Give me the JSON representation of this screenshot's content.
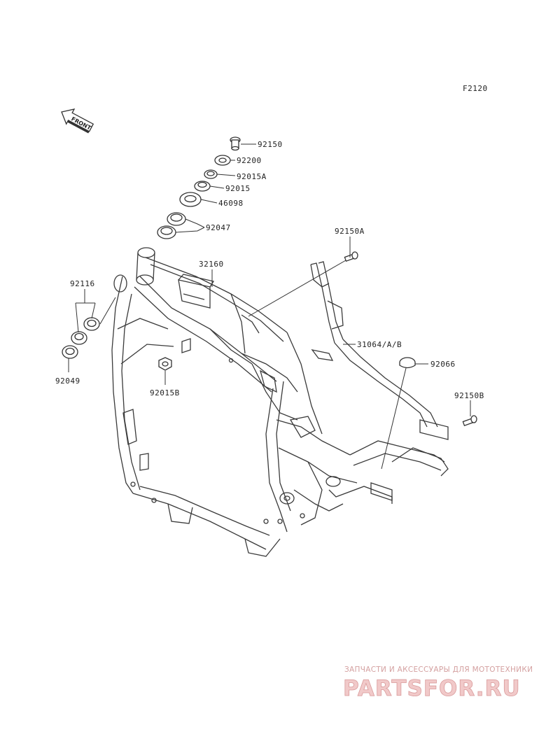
{
  "figure_code": "F2120",
  "front_arrow_label": "FRONT",
  "parts": [
    {
      "number": "92150"
    },
    {
      "number": "92200"
    },
    {
      "number": "92015A"
    },
    {
      "number": "92015"
    },
    {
      "number": "46098"
    },
    {
      "number": "92047"
    },
    {
      "number": "92150A"
    },
    {
      "number": "32160"
    },
    {
      "number": "92116"
    },
    {
      "number": "92049"
    },
    {
      "number": "92015B"
    },
    {
      "number": "31064/A/B"
    },
    {
      "number": "92066"
    },
    {
      "number": "92150B"
    }
  ],
  "watermark": {
    "tagline": "ЗАПЧАСТИ И АКСЕССУАРЫ ДЛЯ МОТОТЕХНИКИ",
    "logo": "PARTSFOR.RU"
  }
}
